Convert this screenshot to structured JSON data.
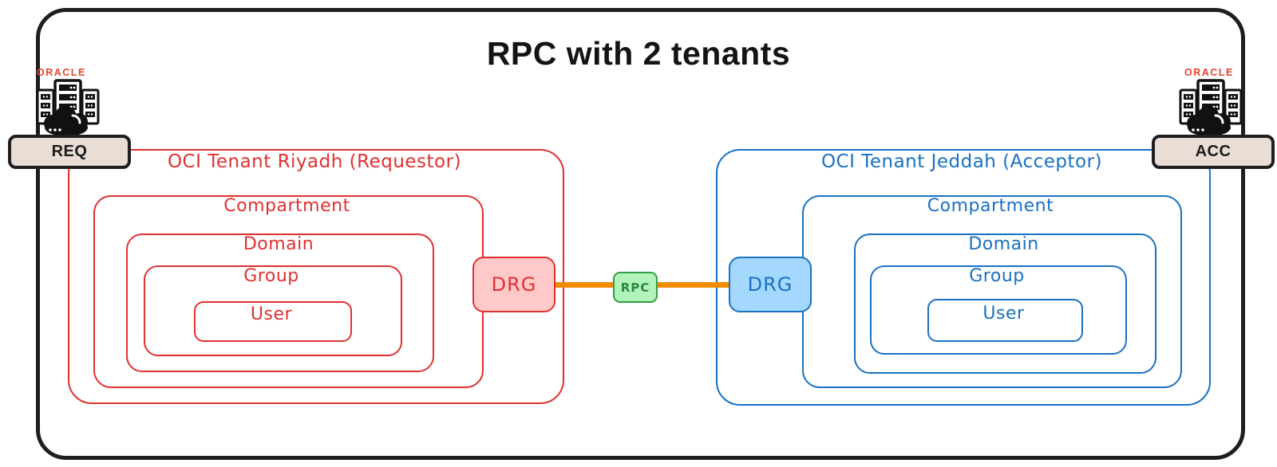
{
  "title": "RPC with 2 tenants",
  "endpoints": {
    "left": {
      "vendor": "ORACLE",
      "badge": "REQ"
    },
    "right": {
      "vendor": "ORACLE",
      "badge": "ACC"
    }
  },
  "tenants": {
    "left": {
      "label": "OCI Tenant Riyadh (Requestor)",
      "accent_color": "#e03131",
      "drg_fill": "#ffc9c9",
      "drg_label": "DRG",
      "levels": {
        "compartment": "Compartment",
        "domain": "Domain",
        "group": "Group",
        "user": "User"
      }
    },
    "right": {
      "label": "OCI Tenant Jeddah (Acceptor)",
      "accent_color": "#1971c2",
      "drg_fill": "#a5d8ff",
      "drg_label": "DRG",
      "levels": {
        "compartment": "Compartment",
        "domain": "Domain",
        "group": "Group",
        "user": "User"
      }
    }
  },
  "connector": {
    "label": "RPC",
    "line_color": "#f08c00",
    "box_fill": "#b2f2bb",
    "box_stroke": "#2f9e44"
  },
  "icons": {
    "left": "oracle-datacenter-cloud-icon",
    "right": "oracle-datacenter-cloud-icon"
  }
}
